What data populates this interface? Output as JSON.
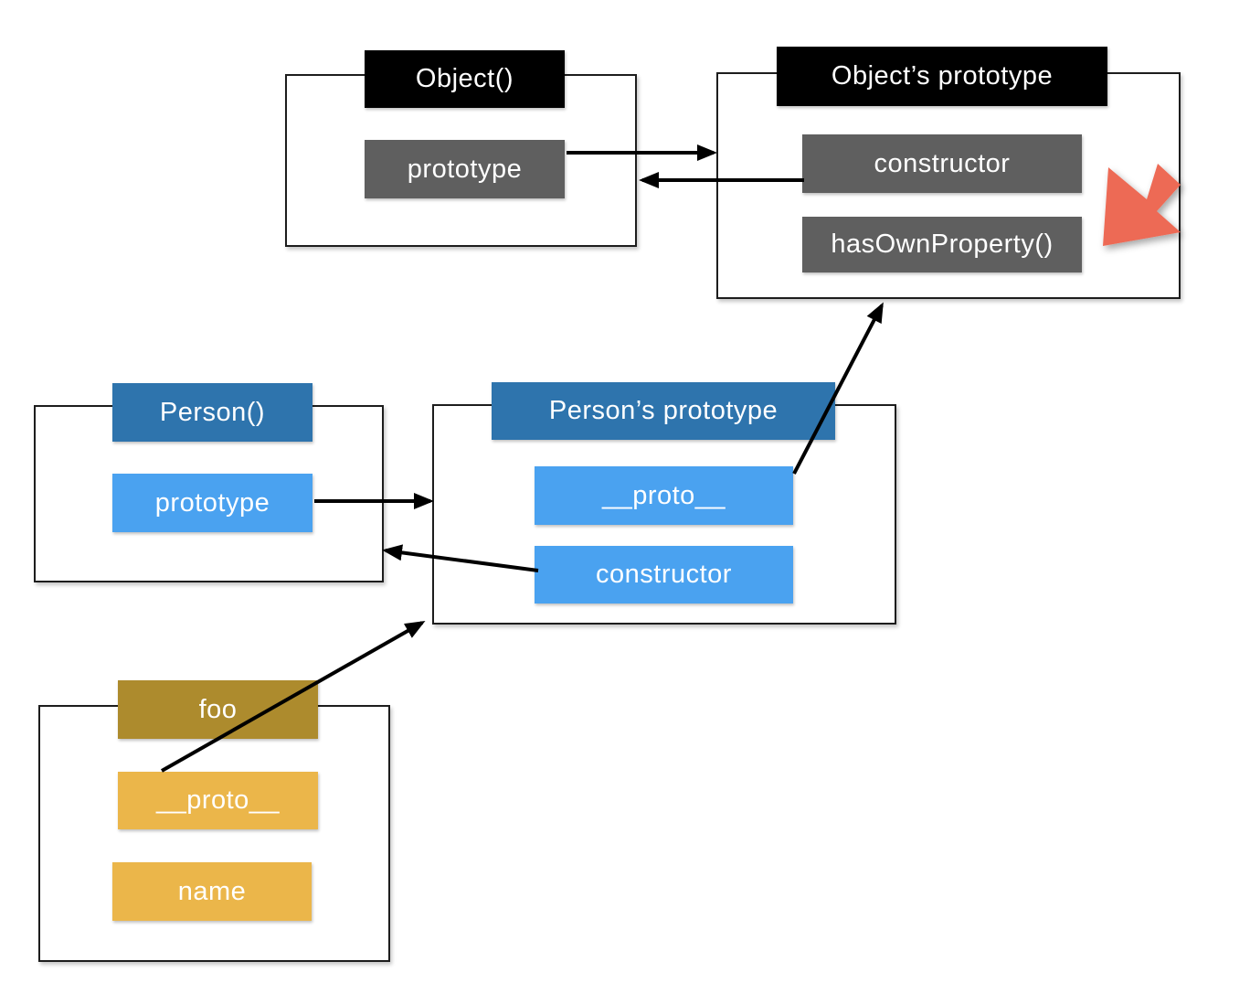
{
  "boxes": {
    "object_function": {
      "title": "Object()",
      "members": {
        "prototype": "prototype"
      }
    },
    "object_prototype": {
      "title": "Object’s prototype",
      "members": {
        "constructor": "constructor",
        "has_own_property": "hasOwnProperty()"
      }
    },
    "person_function": {
      "title": "Person()",
      "members": {
        "prototype": "prototype"
      }
    },
    "person_prototype": {
      "title": "Person’s prototype",
      "members": {
        "proto": "__proto__",
        "constructor": "constructor"
      }
    },
    "foo_object": {
      "title": "foo",
      "members": {
        "proto": "__proto__",
        "name": "name"
      }
    }
  },
  "icons": {
    "callout_arrow": "thick-arrow-pointing-down-left"
  },
  "colors": {
    "background": "#ffffff",
    "black_header": "#000000",
    "gray_member": "#5f5f5f",
    "blue_header": "#2e74ad",
    "blue_member": "#4aa2f0",
    "gold_header": "#ad8b2d",
    "gold_member": "#ebb64a",
    "connector": "#000000",
    "callout_arrow": "#ed6a55",
    "frame_border": "#1d1d1d",
    "label_text": "#ffffff"
  }
}
